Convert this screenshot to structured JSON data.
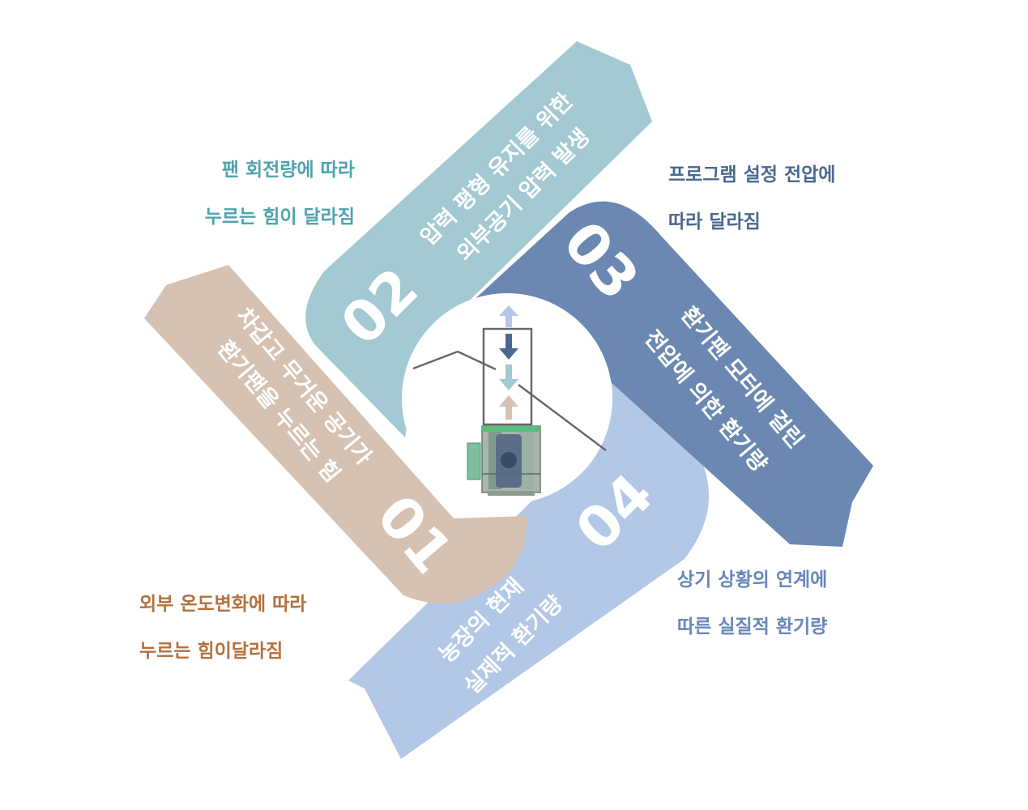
{
  "colors": {
    "step_01": "#d6c2b2",
    "step_02": "#a3c9d2",
    "step_03": "#6a88b1",
    "step_04": "#b3c8e6",
    "caption_01": "#b2713f",
    "caption_02": "#4fa3ad",
    "caption_03": "#4a6890",
    "caption_04": "#6886bb"
  },
  "steps": [
    {
      "number": "01",
      "line1": "차갑고 무거운 공기가",
      "line2": "환기팬을 누르는 힘"
    },
    {
      "number": "02",
      "line1": "압력 평형 유지를 위한",
      "line2": "외부공기 압력 발생"
    },
    {
      "number": "03",
      "line1": "환기팬 모터에 걸린",
      "line2": "전압에 의한 환기량"
    },
    {
      "number": "04",
      "line1": "농장의 현재",
      "line2": "실제적 환기량"
    }
  ],
  "captions": {
    "c1": {
      "line1": "외부 온도변화에 따라",
      "line2": "누르는 힘이달라짐"
    },
    "c2": {
      "line1": "팬 회전량에 따라",
      "line2": "누르는 힘이 달라짐"
    },
    "c3": {
      "line1": "프로그램 설정 전압에",
      "line2": "따라 달라짐"
    },
    "c4": {
      "line1": "상기 상황의 연계에",
      "line2": "따른 실질적 환기량"
    }
  },
  "center_icons": [
    "fan-unit-icon",
    "arrow-up-icon",
    "arrow-down-icon"
  ]
}
